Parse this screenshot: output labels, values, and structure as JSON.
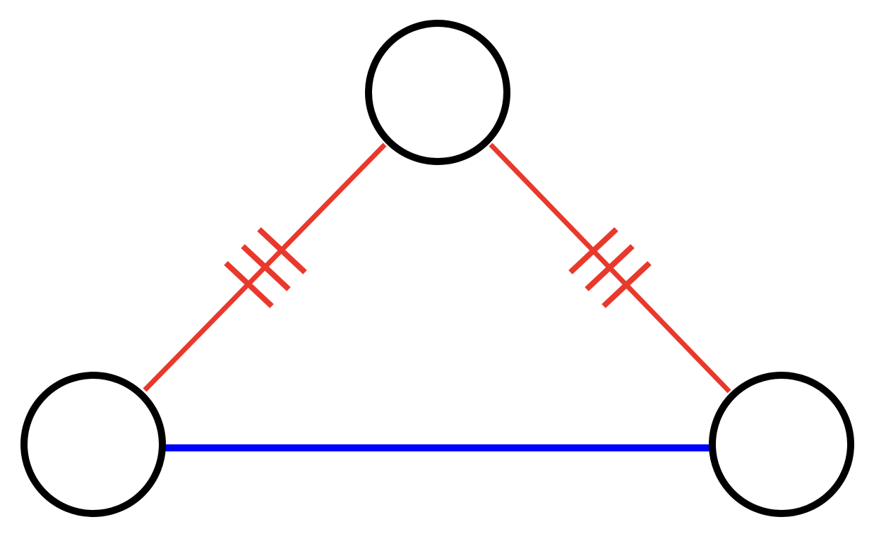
{
  "diagram": {
    "type": "isosceles-triangle-graph",
    "nodes": [
      {
        "id": "top",
        "label": ""
      },
      {
        "id": "bottom-left",
        "label": ""
      },
      {
        "id": "bottom-right",
        "label": ""
      }
    ],
    "edges": [
      {
        "from": "top",
        "to": "bottom-left",
        "color": "#e8392c",
        "tick_marks": 3
      },
      {
        "from": "top",
        "to": "bottom-right",
        "color": "#e8392c",
        "tick_marks": 3
      },
      {
        "from": "bottom-left",
        "to": "bottom-right",
        "color": "#0000ff",
        "tick_marks": 0
      }
    ],
    "node_stroke_color": "#000000"
  }
}
